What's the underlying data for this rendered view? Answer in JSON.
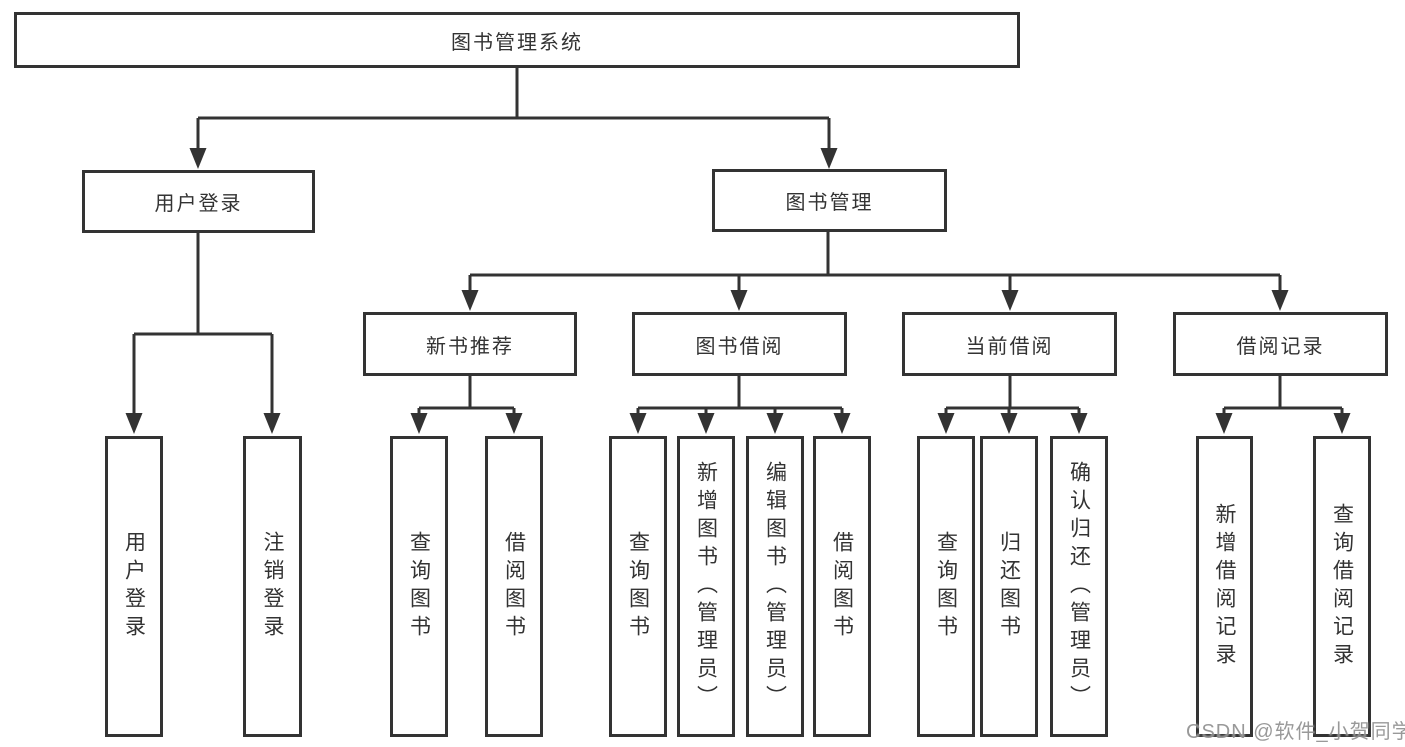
{
  "colors": {
    "line": "#333333",
    "text": "#333333",
    "watermark_gray": "#878787",
    "background": "#ffffff"
  },
  "diagram": {
    "root": {
      "label": "图书管理系统"
    },
    "level2": [
      {
        "label": "用户登录"
      },
      {
        "label": "图书管理"
      }
    ],
    "level3": [
      {
        "label": "新书推荐"
      },
      {
        "label": "图书借阅"
      },
      {
        "label": "当前借阅"
      },
      {
        "label": "借阅记录"
      }
    ],
    "leaves": [
      {
        "label": "用户登录"
      },
      {
        "label": "注销登录"
      },
      {
        "label": "查询图书"
      },
      {
        "label": "借阅图书"
      },
      {
        "label": "查询图书"
      },
      {
        "label": "新增图书（管理员）"
      },
      {
        "label": "编辑图书（管理员）"
      },
      {
        "label": "借阅图书"
      },
      {
        "label": "查询图书"
      },
      {
        "label": "归还图书"
      },
      {
        "label": "确认归还（管理员）"
      },
      {
        "label": "新增借阅记录"
      },
      {
        "label": "查询借阅记录"
      }
    ]
  },
  "watermark": {
    "text": "CSDN @软件_小贺同学"
  }
}
